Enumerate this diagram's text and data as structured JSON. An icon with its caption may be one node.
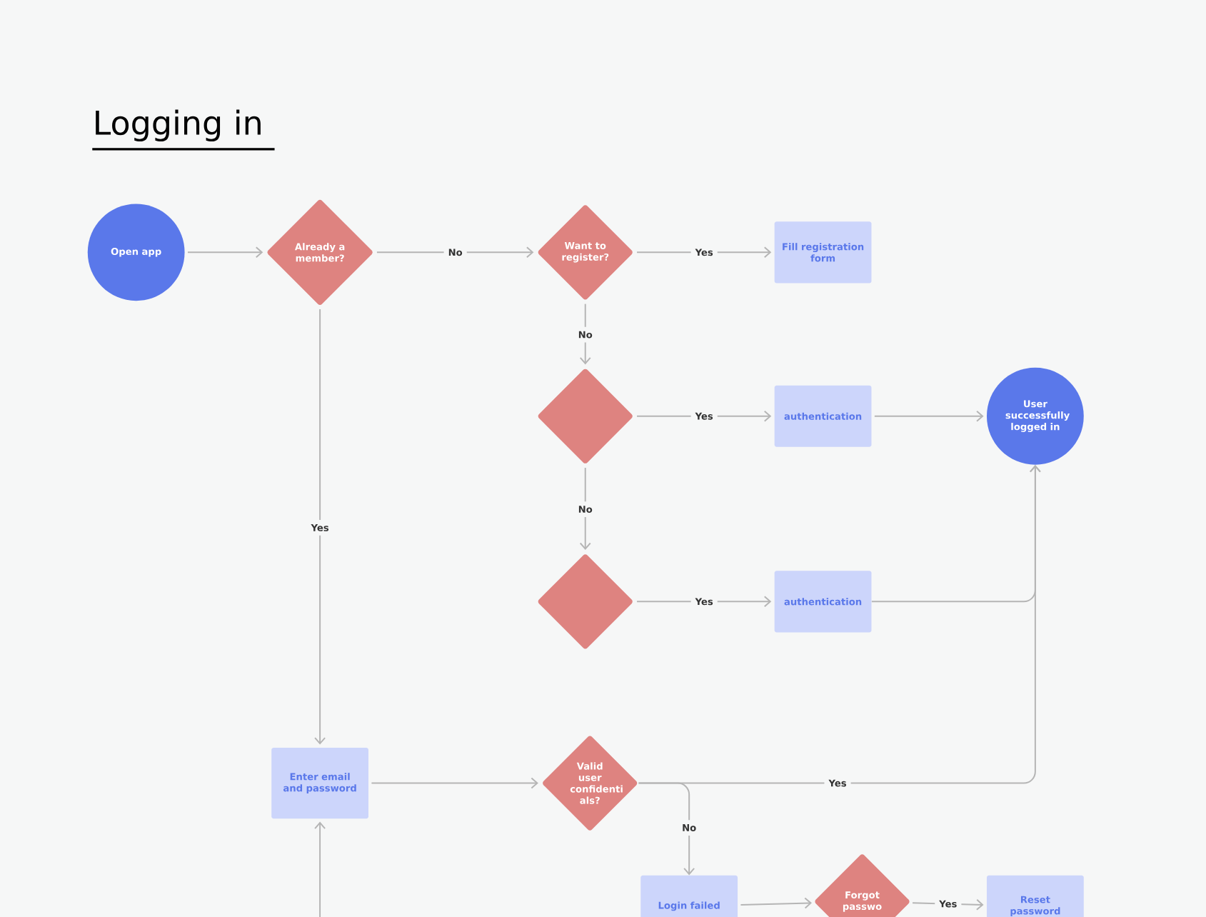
{
  "diagram": {
    "title": "Logging in",
    "nodes": [
      {
        "text": [
          "Open app"
        ]
      },
      {
        "text": [
          "Already a member?"
        ]
      },
      {
        "text": [
          "Want to register?"
        ]
      },
      {
        "text": [
          "Fill registration form"
        ]
      },
      {
        "text": [],
        "shape": "diamond"
      },
      {
        "text": [
          "authentication"
        ]
      },
      {
        "text": [
          "User successfully logged in"
        ]
      },
      {
        "text": [],
        "shape": "diamond"
      },
      {
        "text": [
          "authentication"
        ]
      },
      {
        "text": [
          "Enter email and password"
        ]
      },
      {
        "text": [
          "Valid user confidenti als?"
        ]
      },
      {
        "text": [
          "Login failed"
        ]
      },
      {
        "text": [
          "Forgot passwo"
        ]
      },
      {
        "text": [
          "Reset password"
        ]
      }
    ],
    "edges": [
      {
        "from": 0,
        "to": 1,
        "arrow": "to"
      },
      {
        "from": 1,
        "to": 2,
        "arrow": "to",
        "label": "No"
      },
      {
        "from": 2,
        "to": 3,
        "arrow": "to",
        "label": "Yes"
      },
      {
        "from": 2,
        "to": 4,
        "arrow": "to",
        "label": "No"
      },
      {
        "from": 4,
        "to": 5,
        "arrow": "to",
        "label": "Yes"
      },
      {
        "from": 5,
        "to": 6,
        "arrow": "to"
      },
      {
        "from": 4,
        "to": 7,
        "arrow": "to",
        "label": "No"
      },
      {
        "from": 7,
        "to": 8,
        "arrow": "to",
        "label": "Yes"
      },
      {
        "from": 8,
        "to": 6,
        "arrow": "to"
      },
      {
        "from": 1,
        "to": 9,
        "arrow": "to",
        "label": "Yes"
      },
      {
        "from": 9,
        "to": 10,
        "arrow": "to"
      },
      {
        "from": 10,
        "to": 6,
        "arrow": "to",
        "label": "Yes"
      },
      {
        "from": 10,
        "to": 11,
        "arrow": "to",
        "label": "No"
      },
      {
        "from": 11,
        "to": 12,
        "arrow": "to"
      },
      {
        "from": 12,
        "to": 13,
        "arrow": "to",
        "label": "Yes"
      },
      {
        "from": null,
        "to": 9,
        "arrow": "to"
      }
    ]
  }
}
